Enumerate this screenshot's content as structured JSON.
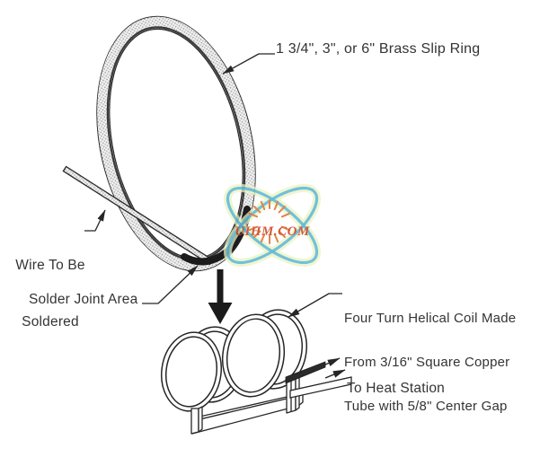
{
  "page": {
    "background": "#ffffff",
    "ink": "#262626"
  },
  "labels": {
    "slip_ring": "1 3/4\", 3\", or 6\" Brass Slip Ring",
    "wire_line1": "Wire To Be",
    "wire_line2": "Soldered",
    "solder_joint": "Solder Joint Area",
    "coil_line1": "Four Turn Helical Coil Made",
    "coil_line2": "From 3/16\" Square Copper",
    "coil_line3": "Tube with 5/8\" Center Gap",
    "heat_station": "To Heat Station"
  },
  "watermark": {
    "text": "UIHM.COM",
    "orbit_color": "#56b5d9",
    "glow_color": "#e9f3c0",
    "ray_color": "#e0793c",
    "text_color": "#cd4f2a"
  }
}
